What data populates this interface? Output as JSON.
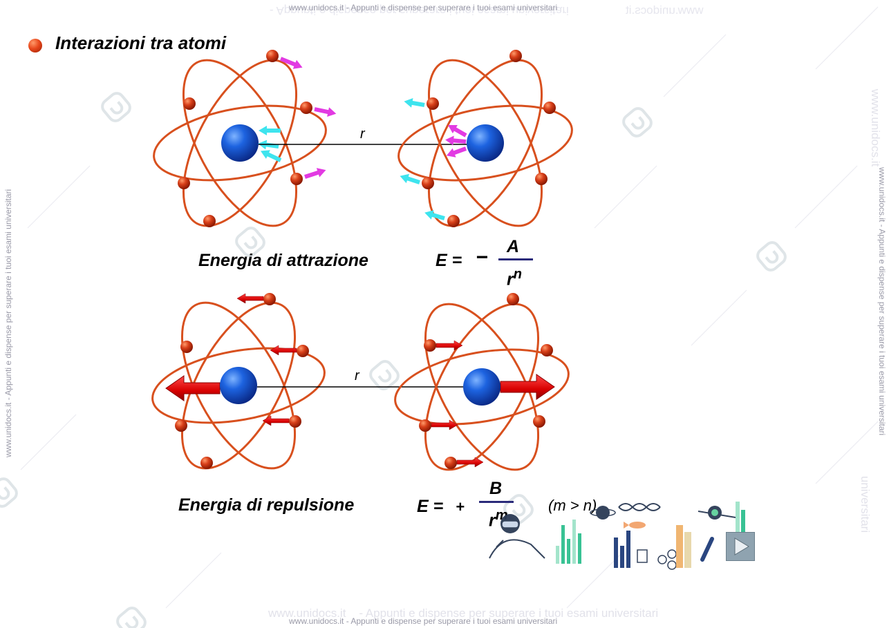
{
  "watermark": {
    "text": "www.unidocs.it - Appunti e dispense per superare i tuoi esami universitari",
    "ghost_domain": "www.unidocs.it",
    "ghost_tail": "universitari",
    "ghost_phrase": "- Appunti e dispense per superare i tuoi esami universitari"
  },
  "slide": {
    "title": "Interazioni tra atomi",
    "attraction": {
      "distance_label": "r",
      "caption": "Energia di attrazione",
      "formula_lhs": "E =",
      "sign": "−",
      "numerator": "A",
      "denominator_base": "r",
      "denominator_exp": "n"
    },
    "repulsion": {
      "distance_label": "r",
      "caption": "Energia di repulsione",
      "formula_lhs": "E =",
      "sign": "+",
      "numerator": "B",
      "denominator_base": "r",
      "denominator_exp": "m",
      "condition": "(m > n)"
    }
  },
  "colors": {
    "nucleus": "#1a5ed8",
    "electron": "#d8401a",
    "orbit": "#d8501e",
    "attraction_arrow_outgoing": "#e23ae2",
    "attraction_arrow_incoming": "#3ee4ee",
    "repulsion_arrow": "#dd1111"
  },
  "icons": {
    "bullet": "orange-sphere-bullet",
    "play": "play-triangle-icon",
    "decor": "science-education-illustration"
  }
}
